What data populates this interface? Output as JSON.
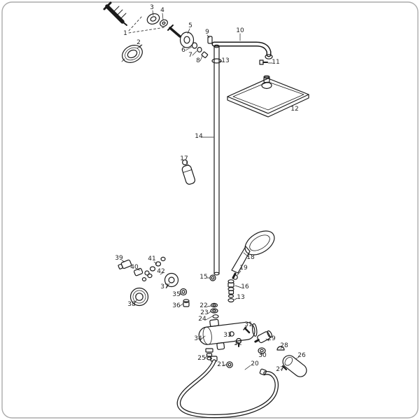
{
  "diagram": {
    "type": "exploded-parts-diagram",
    "colors": {
      "background": "#ffffff",
      "line": "#1b1b1b",
      "label": "#222222",
      "frame": "#ababab"
    },
    "labels": [
      {
        "text": "1"
      },
      {
        "text": "2"
      },
      {
        "text": "3"
      },
      {
        "text": "4"
      },
      {
        "text": "5"
      },
      {
        "text": "6"
      },
      {
        "text": "7"
      },
      {
        "text": "8"
      },
      {
        "text": "9"
      },
      {
        "text": "10"
      },
      {
        "text": "11"
      },
      {
        "text": "12"
      },
      {
        "text": "13"
      },
      {
        "text": "13"
      },
      {
        "text": "14"
      },
      {
        "text": "15"
      },
      {
        "text": "16"
      },
      {
        "text": "17"
      },
      {
        "text": "18"
      },
      {
        "text": "19"
      },
      {
        "text": "20"
      },
      {
        "text": "21"
      },
      {
        "text": "22"
      },
      {
        "text": "23"
      },
      {
        "text": "24"
      },
      {
        "text": "25"
      },
      {
        "text": "26"
      },
      {
        "text": "27"
      },
      {
        "text": "28"
      },
      {
        "text": "29"
      },
      {
        "text": "30"
      },
      {
        "text": "31"
      },
      {
        "text": "32"
      },
      {
        "text": "33"
      },
      {
        "text": "34"
      },
      {
        "text": "35"
      },
      {
        "text": "36"
      },
      {
        "text": "37"
      },
      {
        "text": "38"
      },
      {
        "text": "39"
      },
      {
        "text": "40"
      },
      {
        "text": "41"
      },
      {
        "text": "42"
      }
    ]
  }
}
